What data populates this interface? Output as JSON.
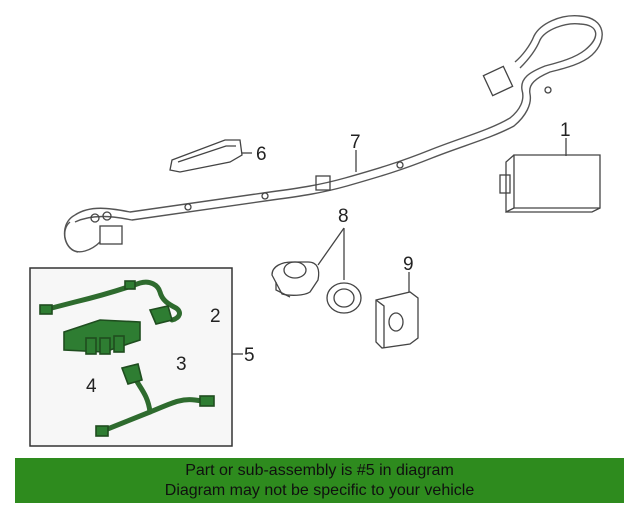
{
  "callouts": {
    "c1": "1",
    "c2": "2",
    "c3": "3",
    "c4": "4",
    "c5": "5",
    "c6": "6",
    "c7": "7",
    "c8": "8",
    "c9": "9"
  },
  "banner": {
    "line1": "Part or sub-assembly is #5 in diagram",
    "line2": "Diagram may not be specific to your vehicle"
  },
  "colors": {
    "highlight": "#2e8b1e",
    "part_green": "#2e7d32"
  }
}
